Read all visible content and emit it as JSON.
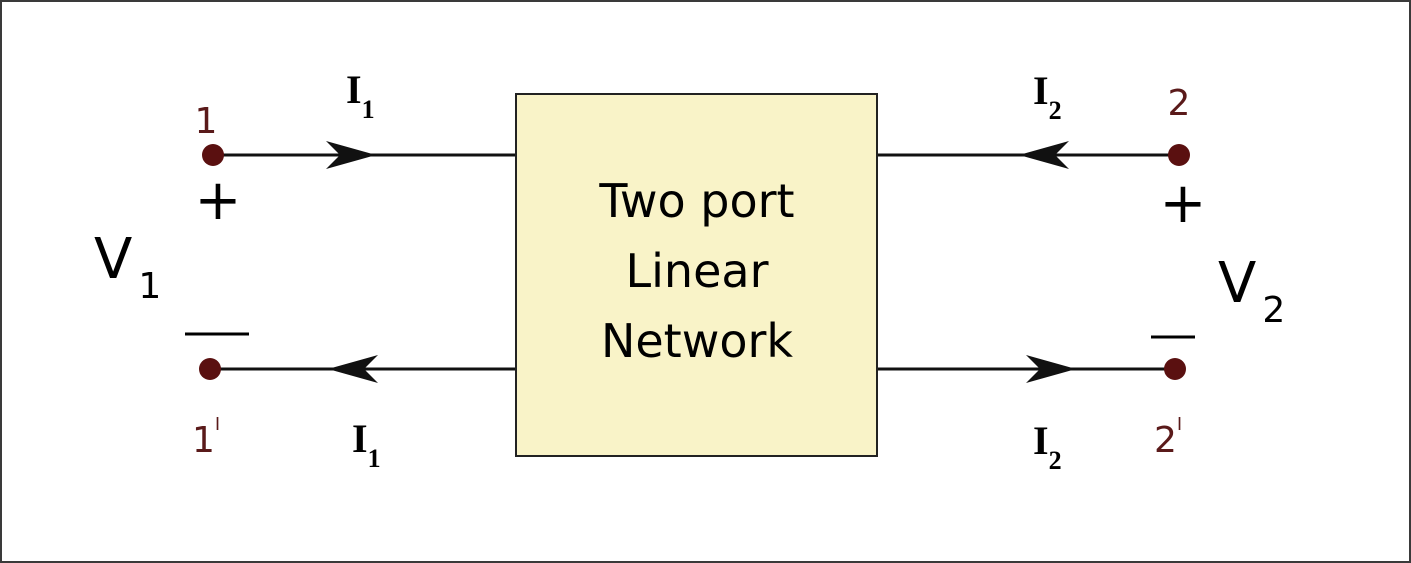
{
  "network": {
    "line1": "Two port",
    "line2": "Linear",
    "line3": "Network",
    "fill": "#f9f3c8",
    "border": "#222222"
  },
  "port1": {
    "top_terminal": "1",
    "bottom_terminal": "1",
    "bottom_prime": "ˡ",
    "plus": "+",
    "minus": "—",
    "voltage": "V",
    "voltage_sub": "1",
    "current_top": "I",
    "current_top_sub": "1",
    "current_bottom": "I",
    "current_bottom_sub": "1"
  },
  "port2": {
    "top_terminal": "2",
    "bottom_terminal": "2",
    "bottom_prime": "ˡ",
    "plus": "+",
    "minus": "—",
    "voltage": "V",
    "voltage_sub": "2",
    "current_top": "I",
    "current_top_sub": "2",
    "current_bottom": "I",
    "current_bottom_sub": "2"
  },
  "colors": {
    "terminal": "#5a1010",
    "terminal_label": "#5a1a1a",
    "wire": "#111111"
  }
}
